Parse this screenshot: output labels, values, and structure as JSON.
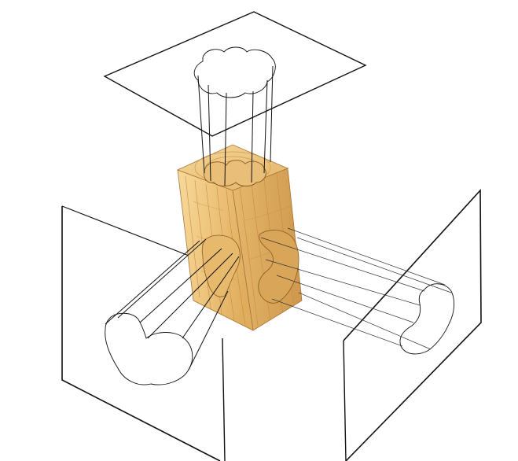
{
  "diagram": {
    "background": "#ffffff",
    "line_color": "#111111",
    "wood_colors": {
      "light": "#f4d28d",
      "mid": "#e2b468",
      "dark": "#c98f43",
      "grain": "#b8782f"
    },
    "planes": [
      {
        "name": "top-projection-plane"
      },
      {
        "name": "left-projection-plane"
      },
      {
        "name": "right-projection-plane"
      }
    ],
    "object": "wooden-block"
  }
}
